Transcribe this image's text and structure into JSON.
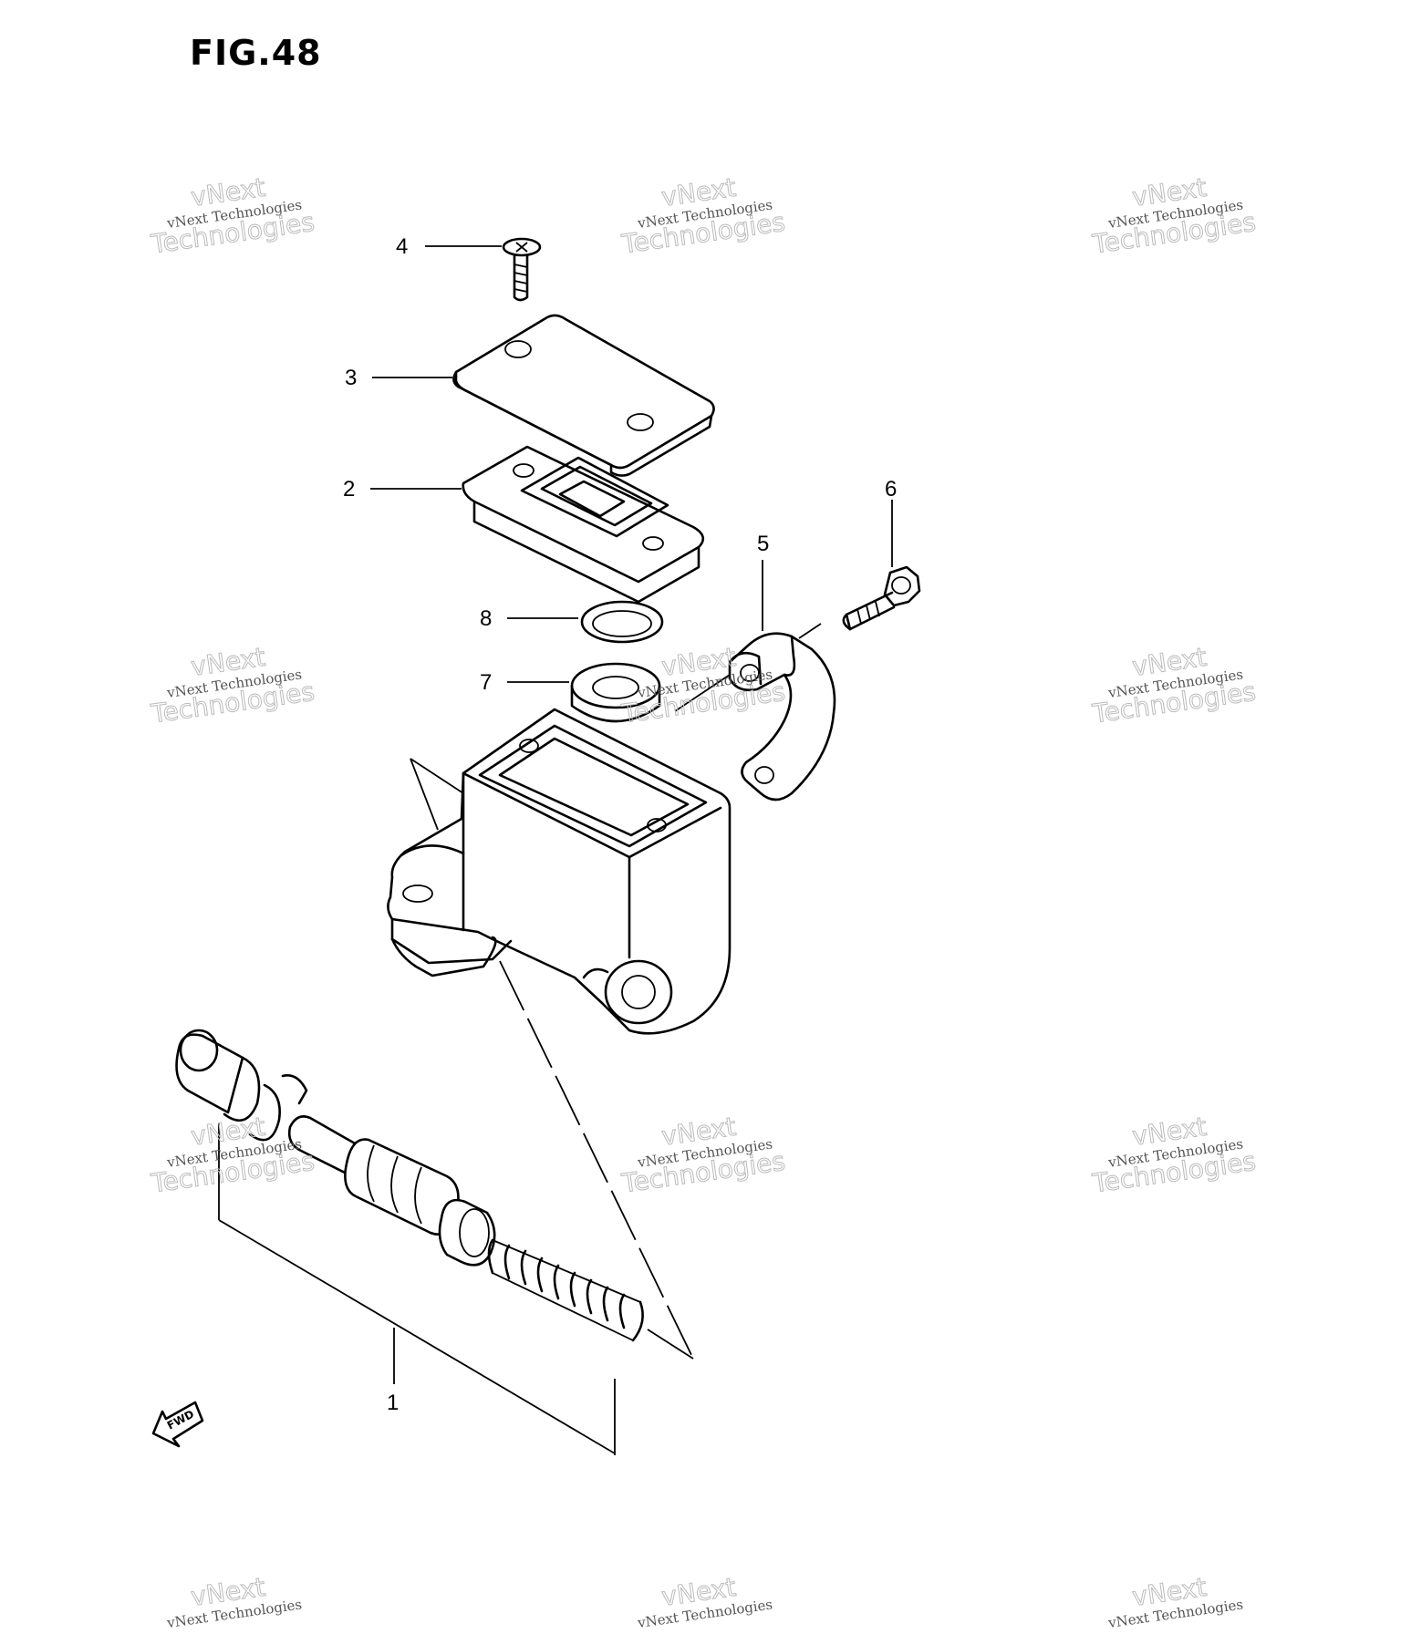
{
  "figure": {
    "title": "FIG.48"
  },
  "callouts": [
    {
      "id": "c1",
      "label": "1"
    },
    {
      "id": "c2",
      "label": "2"
    },
    {
      "id": "c3",
      "label": "3"
    },
    {
      "id": "c4",
      "label": "4"
    },
    {
      "id": "c5",
      "label": "5"
    },
    {
      "id": "c6",
      "label": "6"
    },
    {
      "id": "c7",
      "label": "7"
    },
    {
      "id": "c8",
      "label": "8"
    }
  ],
  "direction_arrow": {
    "label": "FWD"
  },
  "watermark": {
    "line_small": "vNext Technologies",
    "line_big_1": "vNext",
    "line_big_2": "Technologies"
  }
}
